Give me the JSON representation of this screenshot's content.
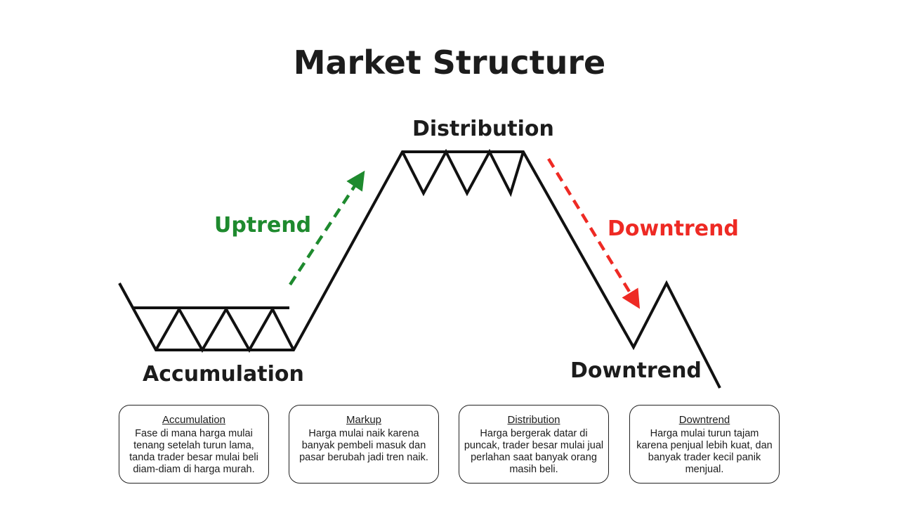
{
  "title": "Market Structure",
  "labels": {
    "distribution": "Distribution",
    "uptrend": "Uptrend",
    "downtrend_red": "Downtrend",
    "accumulation": "Accumulation",
    "downtrend": "Downtrend"
  },
  "colors": {
    "uptrend": "#1e8a2e",
    "downtrend": "#ee2a24",
    "line": "#111111"
  },
  "cards": [
    {
      "heading": "Accumulation",
      "text": "Fase di mana harga mulai tenang setelah turun lama, tanda trader besar mulai beli diam-diam di harga murah."
    },
    {
      "heading": "Markup",
      "text": "Harga mulai naik karena banyak pembeli masuk dan pasar berubah jadi tren naik."
    },
    {
      "heading": "Distribution",
      "text": "Harga bergerak datar di puncak, trader besar mulai jual perlahan saat banyak orang masih beli."
    },
    {
      "heading": "Downtrend",
      "text": "Harga mulai turun tajam karena penjual lebih kuat, dan banyak trader kecil panik menjual."
    }
  ]
}
